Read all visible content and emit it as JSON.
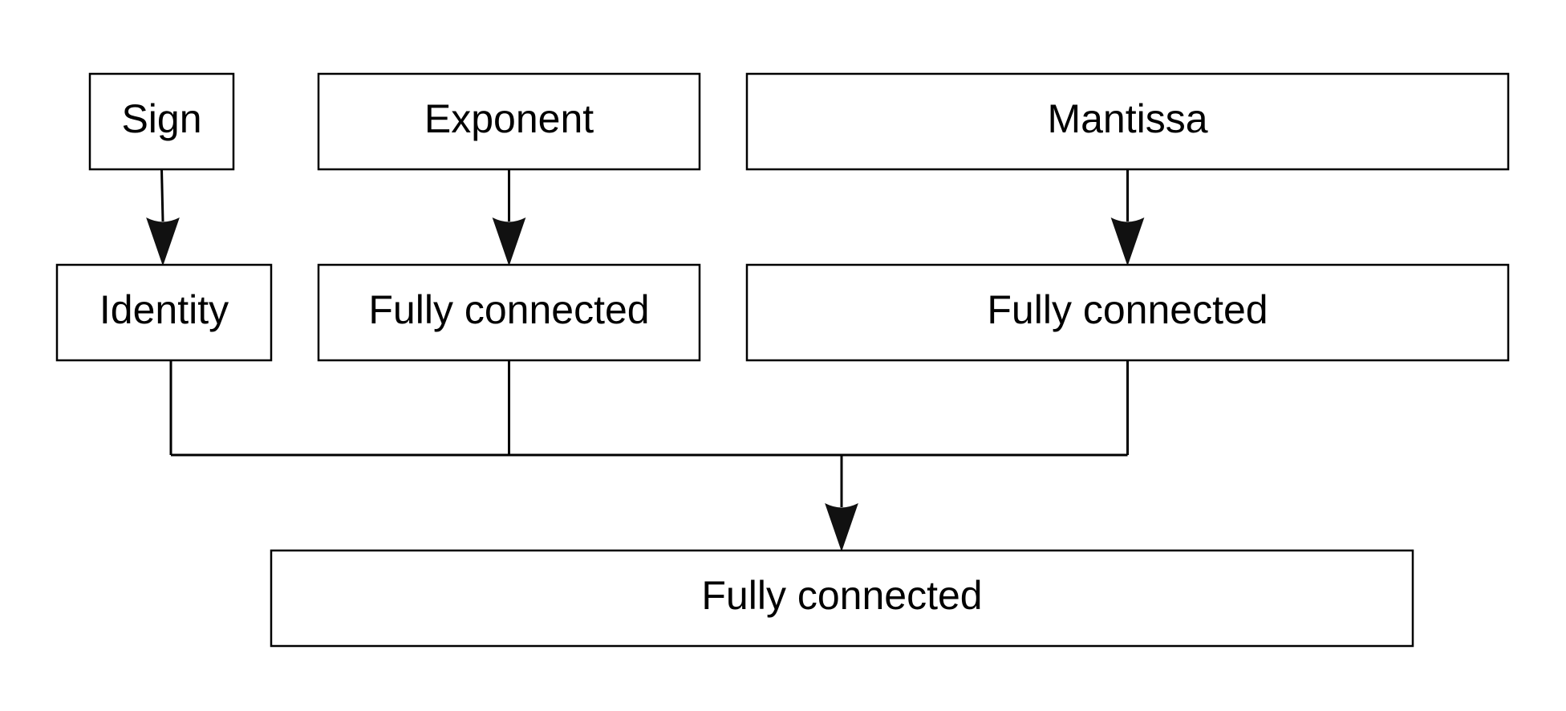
{
  "diagram": {
    "nodes": {
      "sign": "Sign",
      "exponent": "Exponent",
      "mantissa": "Mantissa",
      "identity": "Identity",
      "fc_exponent": "Fully connected",
      "fc_mantissa": "Fully connected",
      "fc_output": "Fully connected"
    },
    "colors": {
      "stroke": "#000000",
      "arrow": "#111111",
      "background": "#ffffff"
    }
  }
}
